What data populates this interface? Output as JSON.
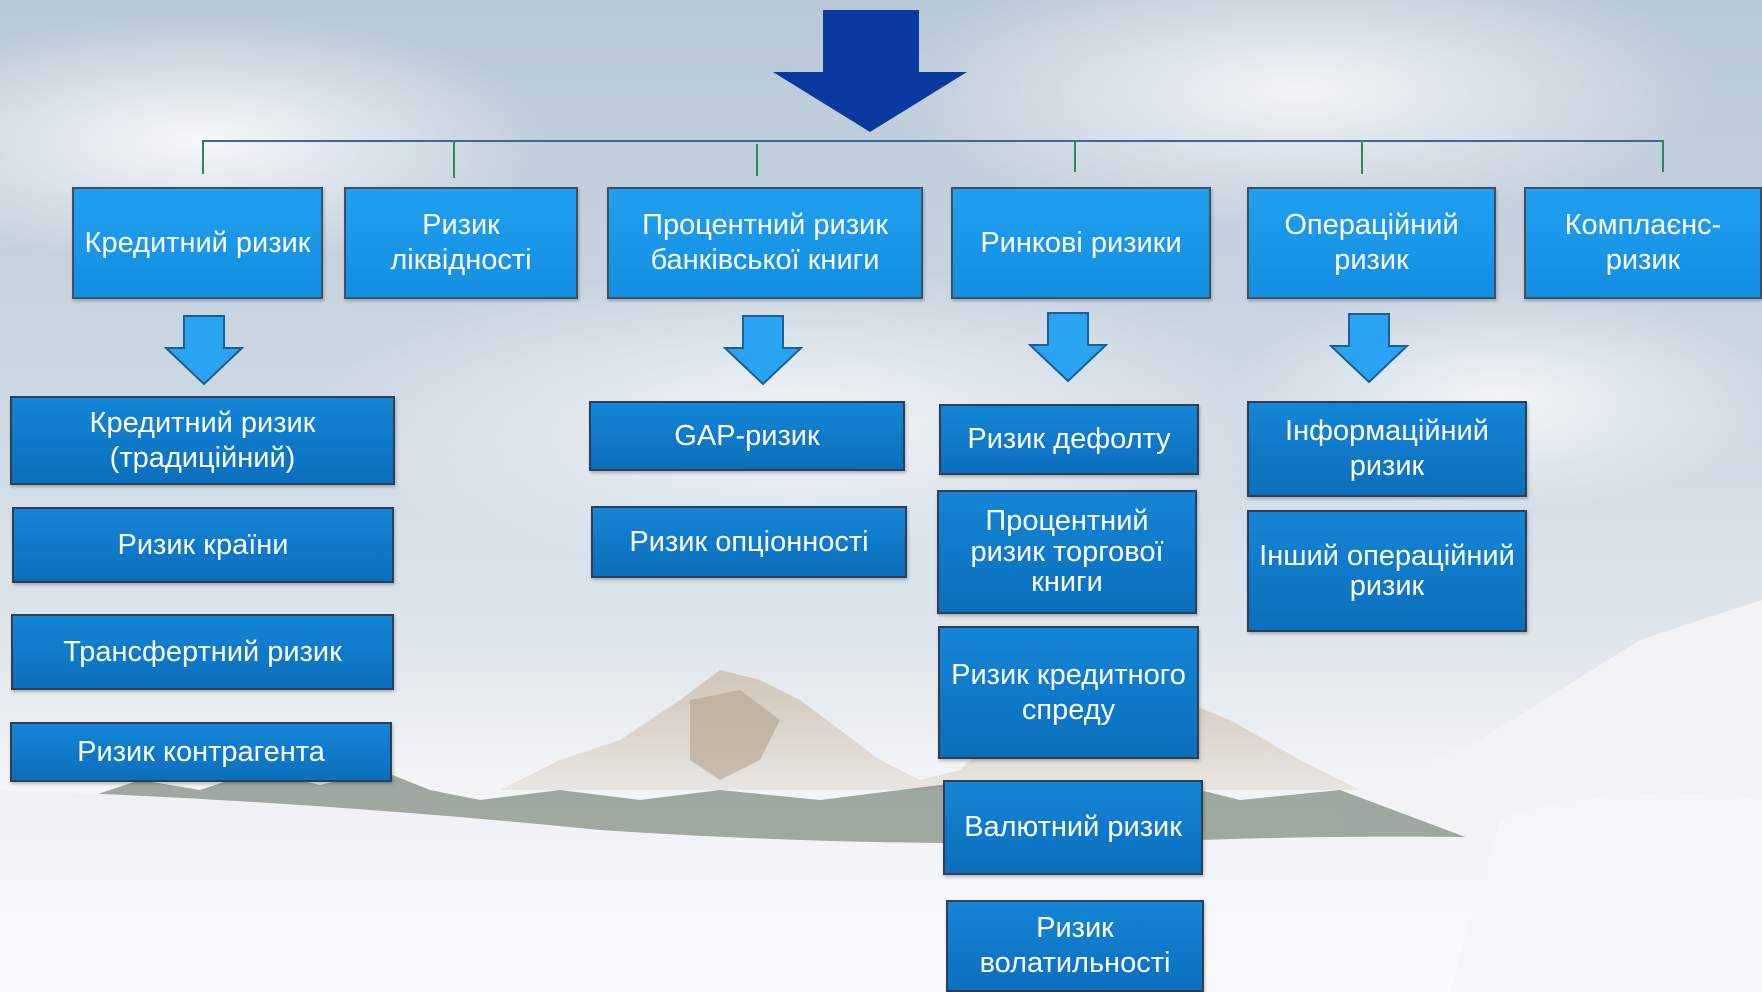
{
  "categories": [
    {
      "key": "credit",
      "label": "Кредитний ризик"
    },
    {
      "key": "liquidity",
      "label": "Ризик ліквідності"
    },
    {
      "key": "irrbb",
      "label": "Процентний ризик банківської книги"
    },
    {
      "key": "market",
      "label": "Ринкові ризики"
    },
    {
      "key": "operational",
      "label": "Операційний ризик"
    },
    {
      "key": "compliance",
      "label": "Комплаєнс-ризик"
    }
  ],
  "subrisks": {
    "credit": [
      "Кредитний ризик (традиційний)",
      "Ризик країни",
      "Трансфертний ризик",
      "Ризик контрагента"
    ],
    "irrbb": [
      "GAP-ризик",
      "Ризик опціонності"
    ],
    "market": [
      "Ризик дефолту",
      "Процентний ризик торгової книги",
      "Ризик кредитного спреду",
      "Валютний ризик",
      "Ризик волатильності"
    ],
    "operational": [
      "Інформаційний ризик",
      "Інший операційний ризик"
    ]
  },
  "colors": {
    "box_fill": "#0b6fbd",
    "head_fill": "#1a96e8",
    "box_border": "#2e3f55",
    "big_arrow": "#0a3aa0",
    "small_arrow": "#29a3f2"
  },
  "icons": {
    "top": "arrow-down-icon",
    "small": "arrow-down-icon"
  }
}
